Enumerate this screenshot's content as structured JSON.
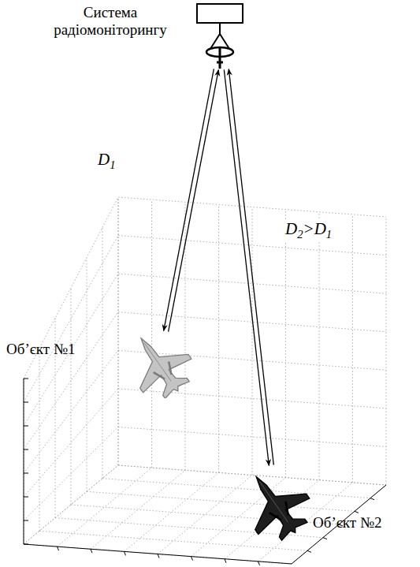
{
  "diagram": {
    "nodes": [
      {
        "text": [
          "Система радіомоніторингу"
        ]
      },
      {
        "text": [
          "Об’єкт №1"
        ]
      },
      {
        "text": [
          "Об’єкт №2"
        ]
      }
    ],
    "edges": [
      {
        "from": 0,
        "to": 1,
        "arrow": "both",
        "label": "D1"
      },
      {
        "from": 0,
        "to": 2,
        "arrow": "both",
        "label": "D2>D1"
      }
    ]
  }
}
